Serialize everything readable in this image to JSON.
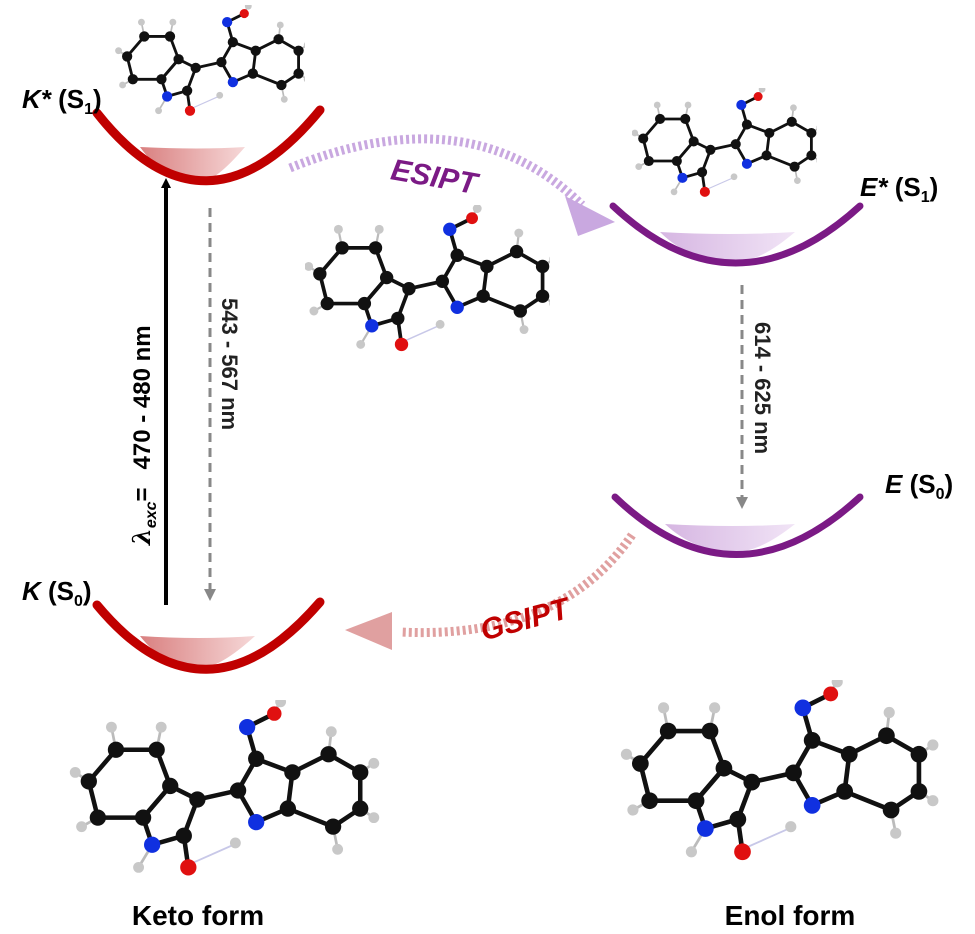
{
  "states": {
    "keto_excited": {
      "symbol": "K*",
      "paren_open": " (S",
      "sub": "1",
      "paren_close": ")"
    },
    "keto_ground": {
      "symbol": "K",
      "paren_open": " (S",
      "sub": "0",
      "paren_close": ")"
    },
    "enol_excited": {
      "symbol": "E*",
      "paren_open": " (S",
      "sub": "1",
      "paren_close": ")"
    },
    "enol_ground": {
      "symbol": "E",
      "paren_open": " (S",
      "sub": "0",
      "paren_close": ")"
    }
  },
  "transitions": {
    "excitation": {
      "lambda": "λ",
      "sub": "exc",
      "eq": "=",
      "range": "470 - 480 nm"
    },
    "keto_emission": "543 - 567 nm",
    "enol_emission": "614 - 625 nm",
    "esipt": "ESIPT",
    "gsipt": "GSIPT"
  },
  "forms": {
    "keto": "Keto form",
    "enol": "Enol form"
  },
  "colors": {
    "keto": "#c00000",
    "enol": "#7b1a85",
    "esipt_arrow": "#c9a8e0",
    "gsipt_arrow": "#e0a0a0",
    "emission_arrow": "#888888",
    "carbon": "#111111",
    "nitrogen": "#1030e0",
    "oxygen": "#e01010",
    "hydrogen": "#c8c8c8"
  }
}
